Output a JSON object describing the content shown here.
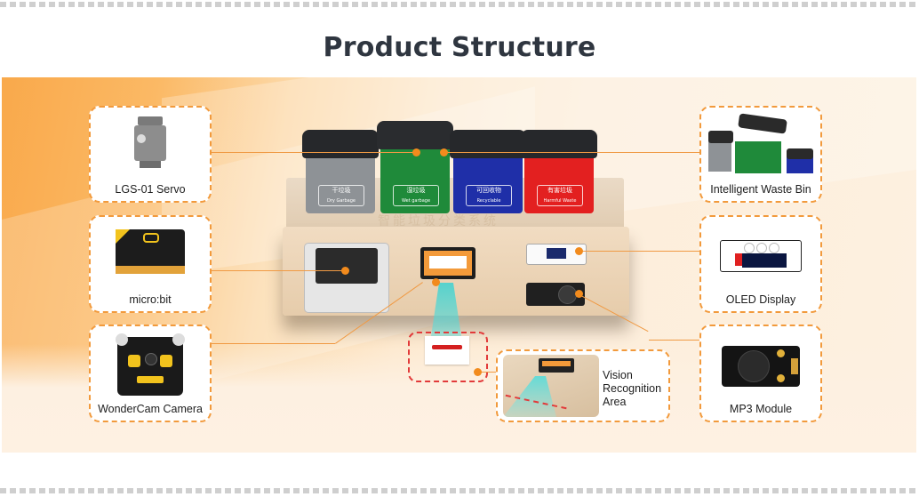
{
  "page": {
    "title": "Product Structure"
  },
  "components": {
    "servo": {
      "label": "LGS-01 Servo",
      "icon": "servo-icon"
    },
    "microbit": {
      "label": "micro:bit",
      "icon": "microbit-board-icon"
    },
    "camera": {
      "label": "WonderCam Camera",
      "icon": "camera-module-icon"
    },
    "waste_bin": {
      "label": "Intelligent Waste Bin",
      "icon": "waste-bin-icon"
    },
    "oled": {
      "label": "OLED Display",
      "icon": "oled-display-icon"
    },
    "mp3": {
      "label": "MP3 Module",
      "icon": "speaker-module-icon"
    },
    "vision": {
      "label_line1": "Vision",
      "label_line2": "Recognition",
      "label_line3": "Area",
      "icon": "vision-area-icon"
    }
  },
  "bins": [
    {
      "label": "干垃圾",
      "sub": "Dry Garbage",
      "color": "#8e9296"
    },
    {
      "label": "湿垃圾",
      "sub": "Wet garbage",
      "color": "#1f8a3a"
    },
    {
      "label": "可回收物",
      "sub": "Recyclable",
      "color": "#1f2fa8"
    },
    {
      "label": "有害垃圾",
      "sub": "Harmful Waste",
      "color": "#e32020"
    }
  ],
  "board_engraving": "智能垃圾分类系统",
  "colors": {
    "accent": "#f29a3c",
    "title": "#2f3640",
    "vision_card_border": "#e23a3a"
  }
}
